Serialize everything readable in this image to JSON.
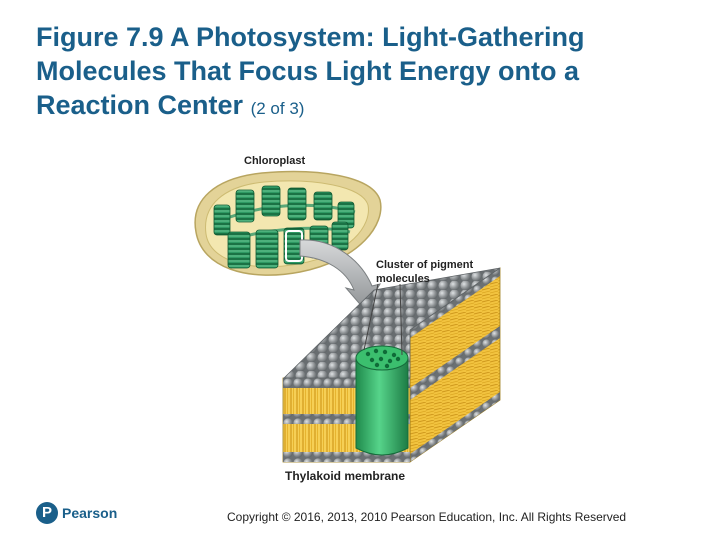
{
  "title": {
    "line1": "Figure 7.9 A Photosystem: Light-Gathering",
    "line2": "Molecules That Focus Light Energy onto a",
    "line3_main": "Reaction Center",
    "line3_small": "(2 of 3)"
  },
  "figure": {
    "label_chloroplast": "Chloroplast",
    "label_cluster_line1": "Cluster of pigment",
    "label_cluster_line2": "molecules",
    "label_thylakoid": "Thylakoid membrane"
  },
  "footer": {
    "logo_mark": "P",
    "logo_text": "Pearson",
    "copyright": "Copyright © 2016, 2013, 2010 Pearson Education, Inc. All Rights Reserved"
  },
  "colors": {
    "title": "#1a5f8a",
    "chloroplast_outer": "#e3d398",
    "chloroplast_inner": "#f3e7b0",
    "thylakoid_green": "#2f9a64",
    "head_gray": "#8d9194",
    "tail_yellow": "#f2c03c",
    "pigment_green": "#3bbf6e"
  }
}
